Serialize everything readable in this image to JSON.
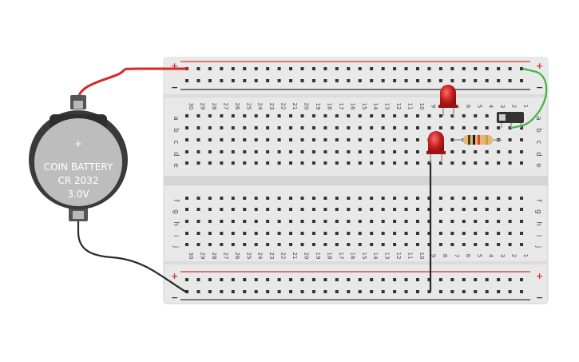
{
  "battery": {
    "line1": "COIN BATTERY",
    "line2": "CR 2032",
    "line3": "3.0V",
    "plus_symbol": "+"
  },
  "breadboard": {
    "columns_top": [
      "30",
      "29",
      "28",
      "27",
      "26",
      "25",
      "24",
      "23",
      "22",
      "21",
      "20",
      "19",
      "18",
      "17",
      "16",
      "15",
      "14",
      "13",
      "12",
      "11",
      "10",
      "9",
      "8",
      "7",
      "6",
      "5",
      "4",
      "3",
      "2",
      "1"
    ],
    "rows_top": [
      "a",
      "b",
      "c",
      "d",
      "e"
    ],
    "rows_bottom": [
      "f",
      "g",
      "h",
      "i",
      "j"
    ],
    "rail_plus": "+",
    "rail_minus": "−"
  },
  "colors": {
    "wire_red": "#d42a2a",
    "wire_green": "#3db53d",
    "wire_black": "#2a2a2a",
    "rail_red": "#d33",
    "rail_blue": "#333",
    "led_red": "#c42020",
    "board": "#e6e6e6"
  }
}
